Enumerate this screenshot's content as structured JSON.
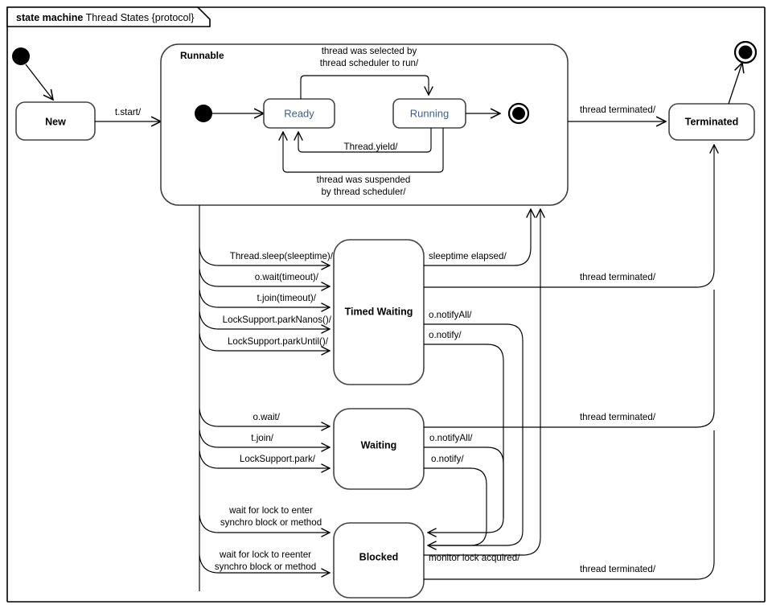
{
  "frame": {
    "keyword": "state machine",
    "title": "Thread States {protocol}"
  },
  "regions": {
    "runnable_label": "Runnable"
  },
  "states": {
    "new": "New",
    "ready": "Ready",
    "running": "Running",
    "terminated": "Terminated",
    "timed_waiting": "Timed Waiting",
    "waiting": "Waiting",
    "blocked": "Blocked"
  },
  "transitions": {
    "start": "t.start/",
    "selected_by_scheduler_1": "thread was selected by",
    "selected_by_scheduler_2": "thread scheduler to run/",
    "thread_yield": "Thread.yield/",
    "suspended_1": "thread was suspended",
    "suspended_2": "by thread scheduler/",
    "terminated_top": "thread terminated/",
    "terminated_mid": "thread terminated/",
    "terminated_low": "thread terminated/",
    "terminated_bottom": "thread terminated/",
    "thread_sleep": "Thread.sleep(sleeptime)/",
    "o_wait_timeout": "o.wait(timeout)/",
    "t_join_timeout": "t.join(timeout)/",
    "park_nanos": "LockSupport.parkNanos()/",
    "park_until": "LockSupport.parkUntil()/",
    "sleeptime_elapsed": "sleeptime elapsed/",
    "tw_notify_all": "o.notifyAll/",
    "tw_notify": "o.notify/",
    "o_wait": "o.wait/",
    "t_join": "t.join/",
    "park": "LockSupport.park/",
    "w_notify_all": "o.notifyAll/",
    "w_notify": "o.notify/",
    "lock_enter_1": "wait for lock to enter",
    "lock_enter_2": "synchro block or method",
    "lock_reenter_1": "wait for lock to reenter",
    "lock_reenter_2": "synchro block or method",
    "monitor_lock_acquired": "monitor lock acquired/"
  },
  "colors": {
    "accent_text": "#3f5f80",
    "line": "#000000",
    "state_border": "#444444",
    "background": "#ffffff"
  },
  "nodes": {
    "initial": "initial-pseudostate",
    "runnable_initial": "runnable-initial-pseudostate",
    "runnable_final": "runnable-final-state",
    "machine_final": "machine-final-state"
  }
}
